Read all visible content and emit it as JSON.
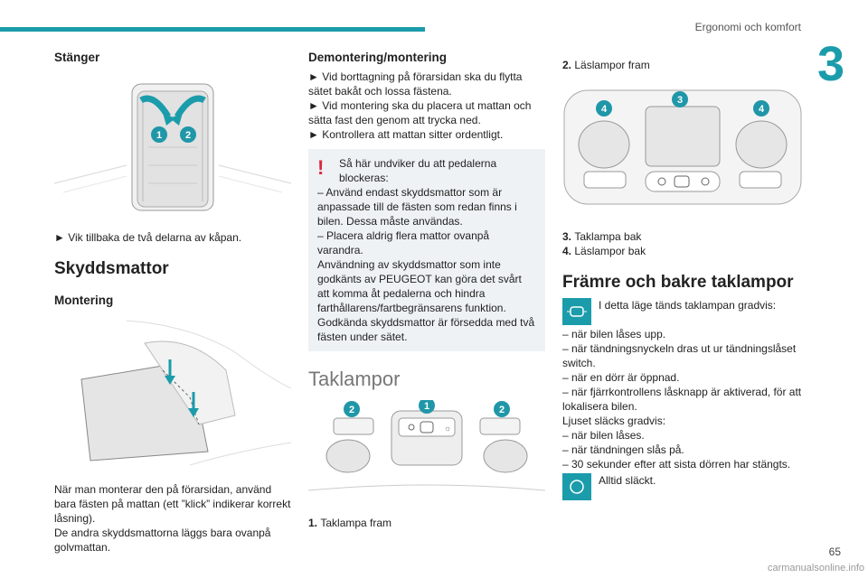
{
  "header": {
    "section": "Ergonomi och komfort",
    "chapter": "3"
  },
  "footer": {
    "page": "65",
    "watermark": "carmanualsonline.info"
  },
  "col1": {
    "stanger_title": "Stänger",
    "stanger_badge1": "1",
    "stanger_badge2": "2",
    "stanger_step": "► Vik tillbaka de två delarna av kåpan.",
    "skydd_title": "Skyddsmattor",
    "montering_title": "Montering",
    "montering_text": "När man monterar den på förarsidan, använd bara fästen på mattan (ett ”klick” indikerar korrekt låsning).",
    "montering_text2": "De andra skyddsmattorna läggs bara ovanpå golvmattan."
  },
  "col2": {
    "demont_title": "Demontering/montering",
    "step1": "► Vid borttagning på förarsidan ska du flytta sätet bakåt och lossa fästena.",
    "step2": "► Vid montering ska du placera ut mattan och sätta fast den genom att trycka ned.",
    "step3": "► Kontrollera att mattan sitter ordentligt.",
    "warn_icon": "!",
    "warn_head": "Så här undviker du att pedalerna blockeras:",
    "warn1": "– Använd endast skyddsmattor som är anpassade till de fästen som redan finns i bilen. Dessa måste användas.",
    "warn2": "– Placera aldrig flera mattor ovanpå varandra.",
    "warn3": "Användning av skyddsmattor som inte godkänts av PEUGEOT kan göra det svårt att komma åt pedalerna och hindra farthållarens/fartbegränsarens funktion.",
    "warn4": "Godkända skyddsmattor är försedda med två fästen under sätet.",
    "taklampor_title": "Taklampor",
    "badge1": "1",
    "badge2": "2",
    "item1_num": "1.",
    "item1": "Taklampa fram"
  },
  "col3": {
    "item2_num": "2.",
    "item2": "Läslampor fram",
    "badge3": "3",
    "badge4": "4",
    "item3_num": "3.",
    "item3": "Taklampa bak",
    "item4_num": "4.",
    "item4": "Läslampor bak",
    "fb_title": "Främre och bakre taklampor",
    "mode1": "I detta läge tänds taklampan gradvis:",
    "l1": "– när bilen låses upp.",
    "l2": "– när tändningsnyckeln dras ut ur tändningslåset switch.",
    "l3": "– när en dörr är öppnad.",
    "l4": "– när fjärrkontrollens låsknapp är aktiverad, för att lokalisera bilen.",
    "l5": "Ljuset släcks gradvis:",
    "l6": "– när bilen låses.",
    "l7": "– när tändningen slås på.",
    "l8": "– 30 sekunder efter att sista dörren har stängts.",
    "mode2": "Alltid släckt."
  },
  "colors": {
    "accent": "#1b9cab",
    "warning": "#d8283d",
    "box": "#eef2f4"
  },
  "icons": [
    "warning-icon",
    "door-courtesy-icon",
    "off-mode-icon"
  ]
}
